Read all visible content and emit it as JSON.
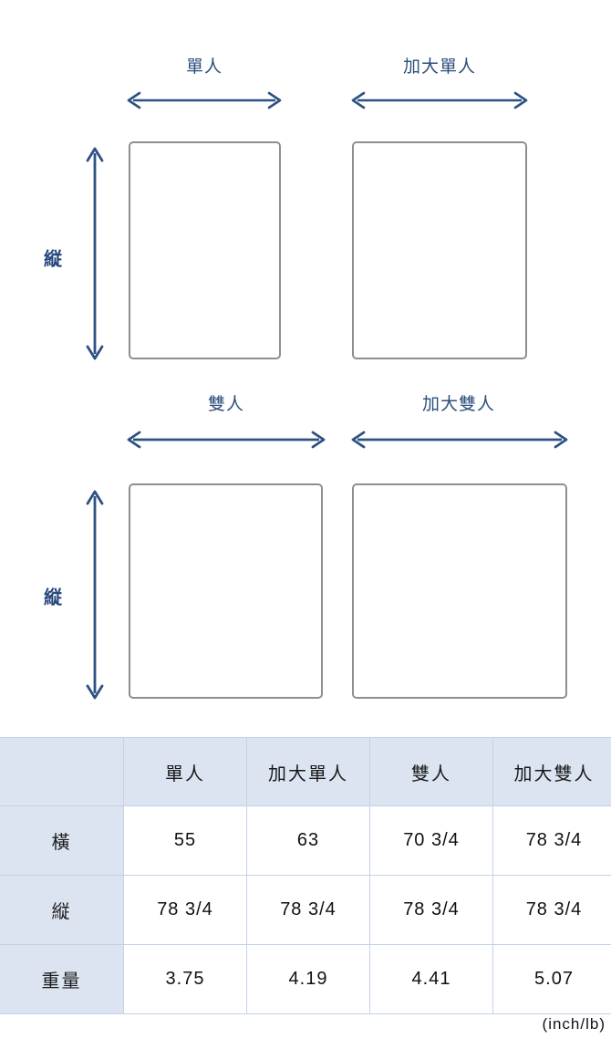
{
  "colors": {
    "arrow": "#2d5182",
    "label_text": "#2e4f7c",
    "side_label_text": "#23457a",
    "box_border": "#8f8f8f",
    "table_header_fill": "#dce4f1",
    "table_border": "#c3d2e8",
    "background": "#ffffff"
  },
  "diagram": {
    "width_labels": {
      "single": "單人",
      "super_single": "加大單人",
      "double": "雙人",
      "queen": "加大雙人"
    },
    "height_label_row1": "縦",
    "height_label_row2": "縦",
    "arrow_names": {
      "single_width": "width-arrow-single",
      "super_single_width": "width-arrow-super-single",
      "double_width": "width-arrow-double",
      "queen_width": "width-arrow-queen",
      "row1_height": "height-arrow-row1",
      "row2_height": "height-arrow-row2"
    }
  },
  "chart_data": {
    "type": "table",
    "title": "",
    "unit_note": "(inch/lb)",
    "corner_label": "",
    "categories": [
      "單人",
      "加大單人",
      "雙人",
      "加大雙人"
    ],
    "row_labels": [
      "橫",
      "縦",
      "重量"
    ],
    "series": [
      {
        "name": "橫",
        "values": [
          "55",
          "63",
          "70  3/4",
          "78  3/4"
        ]
      },
      {
        "name": "縦",
        "values": [
          "78  3/4",
          "78  3/4",
          "78  3/4",
          "78  3/4"
        ]
      },
      {
        "name": "重量",
        "values": [
          "3.75",
          "4.19",
          "4.41",
          "5.07"
        ]
      }
    ],
    "rows": [
      {
        "label": "橫",
        "cells": [
          "55",
          "63",
          "70  3/4",
          "78  3/4"
        ]
      },
      {
        "label": "縦",
        "cells": [
          "78  3/4",
          "78  3/4",
          "78  3/4",
          "78  3/4"
        ]
      },
      {
        "label": "重量",
        "cells": [
          "3.75",
          "4.19",
          "4.41",
          "5.07"
        ]
      }
    ]
  }
}
